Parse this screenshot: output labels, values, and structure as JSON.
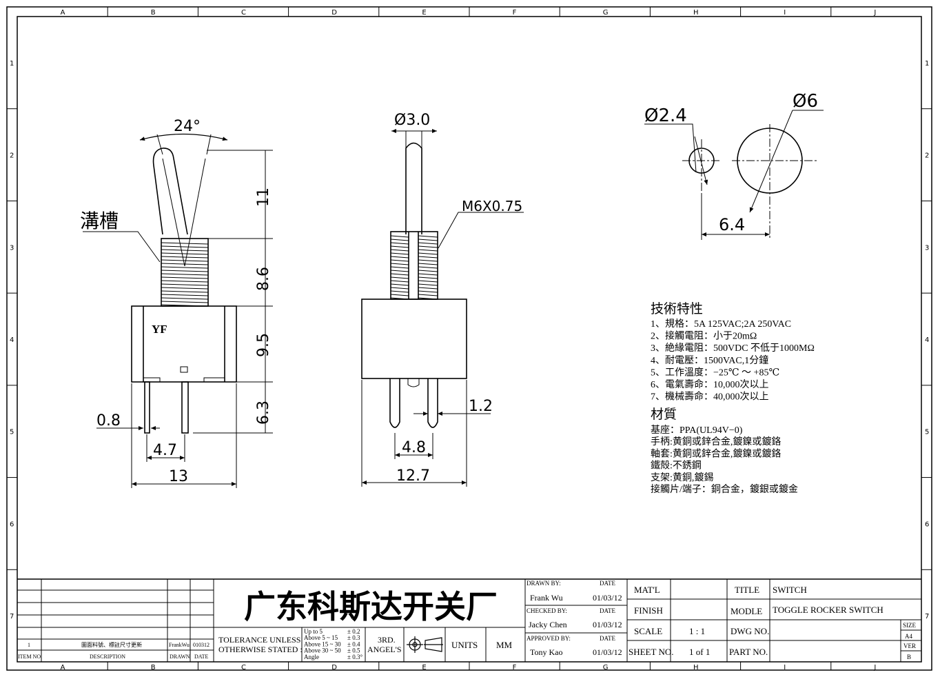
{
  "frame": {
    "columns": [
      "A",
      "B",
      "C",
      "D",
      "E",
      "F",
      "G",
      "H",
      "I",
      "J"
    ],
    "rows": [
      "1",
      "2",
      "3",
      "4",
      "5",
      "6",
      "7"
    ]
  },
  "drawing": {
    "side_view": {
      "angle": "24°",
      "groove_label": "溝槽",
      "brand": "YF",
      "dim_11": "11",
      "dim_8_6": "8.6",
      "dim_9_5": "9.5",
      "dim_6_3": "6.3",
      "dim_0_8": "0.8",
      "dim_4_7": "4.7",
      "dim_13": "13"
    },
    "front_view": {
      "dim_d3": "Ø3.0",
      "thread": "M6X0.75",
      "dim_1_2": "1.2",
      "dim_4_8": "4.8",
      "dim_12_7": "12.7"
    },
    "panel_cutout": {
      "dim_d2_4": "Ø2.4",
      "dim_d6": "Ø6",
      "dim_6_4": "6.4"
    }
  },
  "specs": {
    "title": "技術特性",
    "items": [
      "1、規格：5A 125VAC;2A 250VAC",
      "2、接觸電阻：小于20mΩ",
      "3、絶緣電阻：500VDC 不低于1000MΩ",
      "4、耐電壓：1500VAC,1分鐘",
      "5、工作溫度：−25℃ ～ +85℃",
      "6、電氣壽命：10,000次以上",
      "7、機械壽命：40,000次以上"
    ],
    "material_title": "材質",
    "materials": [
      "基座：PPA(UL94V−0)",
      "手柄:黄銅或鋅合金,鍍鎳或鍍鉻",
      "軸套:黄銅或鋅合金,鍍鎳或鍍鉻",
      "鐵殻:不銹鋼",
      "支架:黄銅,鍍錫",
      "接觸片/端子：銅合金，鍍銀或鍍金"
    ]
  },
  "title_block": {
    "revision": {
      "item_no": "1",
      "description": "圖面料號、標註尺寸更新",
      "drawn": "FrankWu",
      "date": "010312",
      "header_item": "ITEM NO.",
      "header_desc": "DESCRIPTION",
      "header_drawn": "DRAWN",
      "header_date": "DATE"
    },
    "company": "广东科斯达开关厂",
    "tolerance_label_1": "TOLERANCE UNLESS",
    "tolerance_label_2": "OTHERWISE STATED :",
    "tolerances": [
      {
        "range": "Up  to  5",
        "value": "± 0.2"
      },
      {
        "range": "Above 5  ~ 15",
        "value": "± 0.3"
      },
      {
        "range": "Above 15 ~ 30",
        "value": "± 0.4"
      },
      {
        "range": "Above 30 ~ 50",
        "value": "± 0.5"
      },
      {
        "range": "Angle",
        "value": "± 0.3°"
      }
    ],
    "angle_1": "3RD.",
    "angle_2": "ANGEL'S",
    "units_label": "UNITS",
    "units_value": "MM",
    "drawn_by_label": "DRAWN BY:",
    "drawn_by": "Frank Wu",
    "checked_by_label": "CHECKED BY:",
    "checked_by": "Jacky Chen",
    "approved_by_label": "APPROVED BY:",
    "approved_by": "Tony Kao",
    "date_label": "DATE",
    "date_1": "01/03/12",
    "date_2": "01/03/12",
    "date_3": "01/03/12",
    "matl_label": "MAT'L",
    "finish_label": "FINISH",
    "scale_label": "SCALE",
    "scale_value": "1 : 1",
    "sheet_label": "SHEET NO.",
    "sheet_value": "1 of 1",
    "title_label": "TITLE",
    "title_value": "SWITCH",
    "model_label": "MODLE",
    "model_value": "TOGGLE ROCKER SWITCH",
    "dwg_label": "DWG NO.",
    "part_label": "PART NO.",
    "size_label": "SIZE",
    "size_value": "A4",
    "ver_label": "VER",
    "ver_value": "B"
  }
}
